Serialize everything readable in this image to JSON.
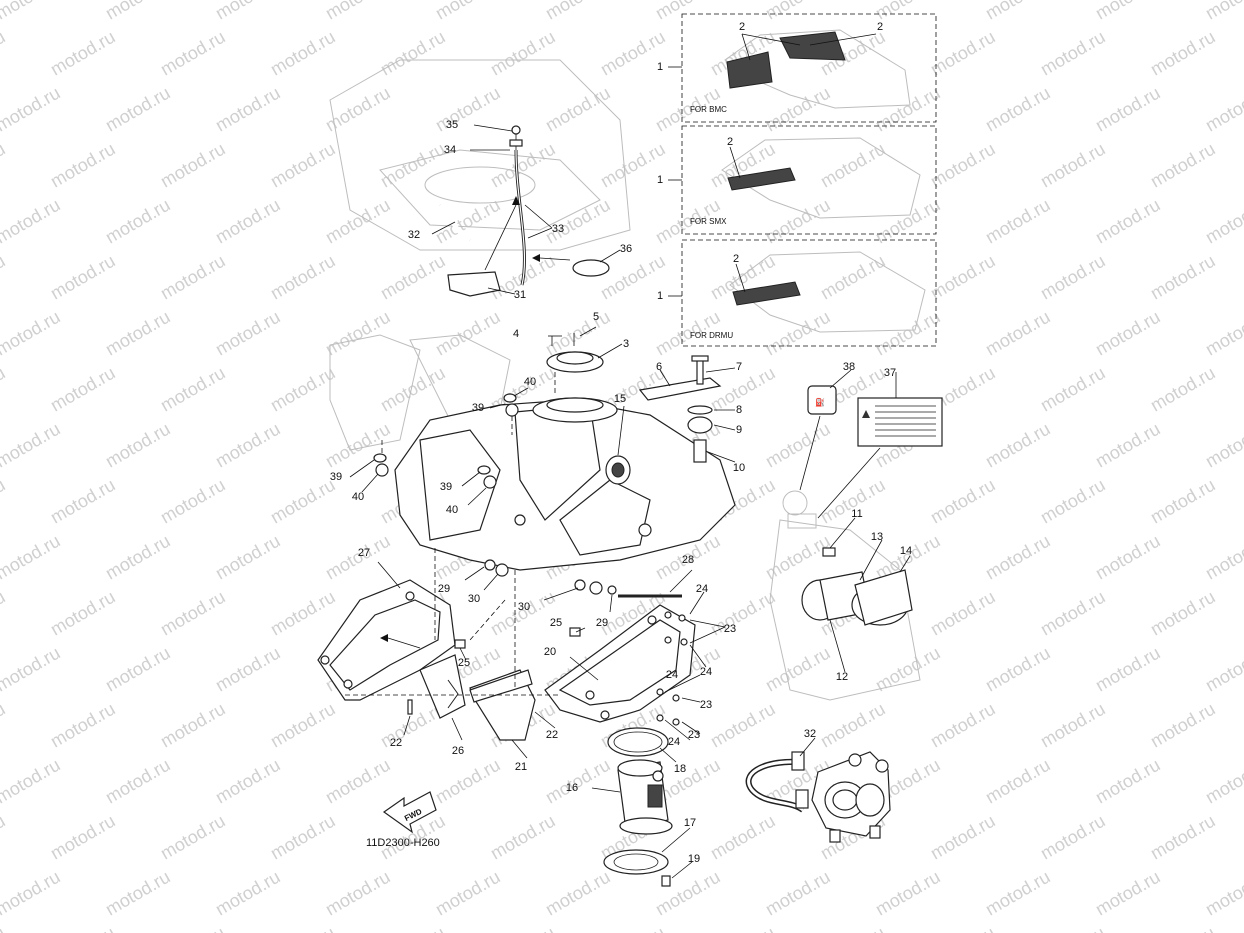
{
  "diagram": {
    "code": "11D2300-H260",
    "watermark": "motod.ru",
    "arrow_text": "FWD",
    "variants": [
      {
        "caption": "FOR BMC"
      },
      {
        "caption": "FOR SMX"
      },
      {
        "caption": "FOR DRMU"
      }
    ],
    "callouts": [
      {
        "id": "c2a",
        "text": "2"
      },
      {
        "id": "c2b",
        "text": "2"
      },
      {
        "id": "c1a",
        "text": "1"
      },
      {
        "id": "c2c",
        "text": "2"
      },
      {
        "id": "c1b",
        "text": "1"
      },
      {
        "id": "c2d",
        "text": "2"
      },
      {
        "id": "c1c",
        "text": "1"
      },
      {
        "id": "c35",
        "text": "35"
      },
      {
        "id": "c34",
        "text": "34"
      },
      {
        "id": "c32a",
        "text": "32"
      },
      {
        "id": "c33",
        "text": "33"
      },
      {
        "id": "c36",
        "text": "36"
      },
      {
        "id": "c31",
        "text": "31"
      },
      {
        "id": "c4",
        "text": "4"
      },
      {
        "id": "c5",
        "text": "5"
      },
      {
        "id": "c3",
        "text": "3"
      },
      {
        "id": "c6",
        "text": "6"
      },
      {
        "id": "c7",
        "text": "7"
      },
      {
        "id": "c8",
        "text": "8"
      },
      {
        "id": "c9",
        "text": "9"
      },
      {
        "id": "c10",
        "text": "10"
      },
      {
        "id": "c15",
        "text": "15"
      },
      {
        "id": "c40a",
        "text": "40"
      },
      {
        "id": "c39a",
        "text": "39"
      },
      {
        "id": "c39b",
        "text": "39"
      },
      {
        "id": "c40b",
        "text": "40"
      },
      {
        "id": "c39c",
        "text": "39"
      },
      {
        "id": "c40c",
        "text": "40"
      },
      {
        "id": "c38",
        "text": "38"
      },
      {
        "id": "c37",
        "text": "37"
      },
      {
        "id": "c11",
        "text": "11"
      },
      {
        "id": "c13",
        "text": "13"
      },
      {
        "id": "c14",
        "text": "14"
      },
      {
        "id": "c12",
        "text": "12"
      },
      {
        "id": "c27",
        "text": "27"
      },
      {
        "id": "c29a",
        "text": "29"
      },
      {
        "id": "c30a",
        "text": "30"
      },
      {
        "id": "c30b",
        "text": "30"
      },
      {
        "id": "c29b",
        "text": "29"
      },
      {
        "id": "c28",
        "text": "28"
      },
      {
        "id": "c24a",
        "text": "24"
      },
      {
        "id": "c23a",
        "text": "23"
      },
      {
        "id": "c24b",
        "text": "24"
      },
      {
        "id": "c25a",
        "text": "25"
      },
      {
        "id": "c20",
        "text": "20"
      },
      {
        "id": "c25b",
        "text": "25"
      },
      {
        "id": "c24c",
        "text": "24"
      },
      {
        "id": "c23b",
        "text": "23"
      },
      {
        "id": "c22a",
        "text": "22"
      },
      {
        "id": "c26",
        "text": "26"
      },
      {
        "id": "c22b",
        "text": "22"
      },
      {
        "id": "c21",
        "text": "21"
      },
      {
        "id": "c24d",
        "text": "24"
      },
      {
        "id": "c23c",
        "text": "23"
      },
      {
        "id": "c18",
        "text": "18"
      },
      {
        "id": "c16",
        "text": "16"
      },
      {
        "id": "c17",
        "text": "17"
      },
      {
        "id": "c19",
        "text": "19"
      },
      {
        "id": "c32b",
        "text": "32"
      }
    ]
  }
}
